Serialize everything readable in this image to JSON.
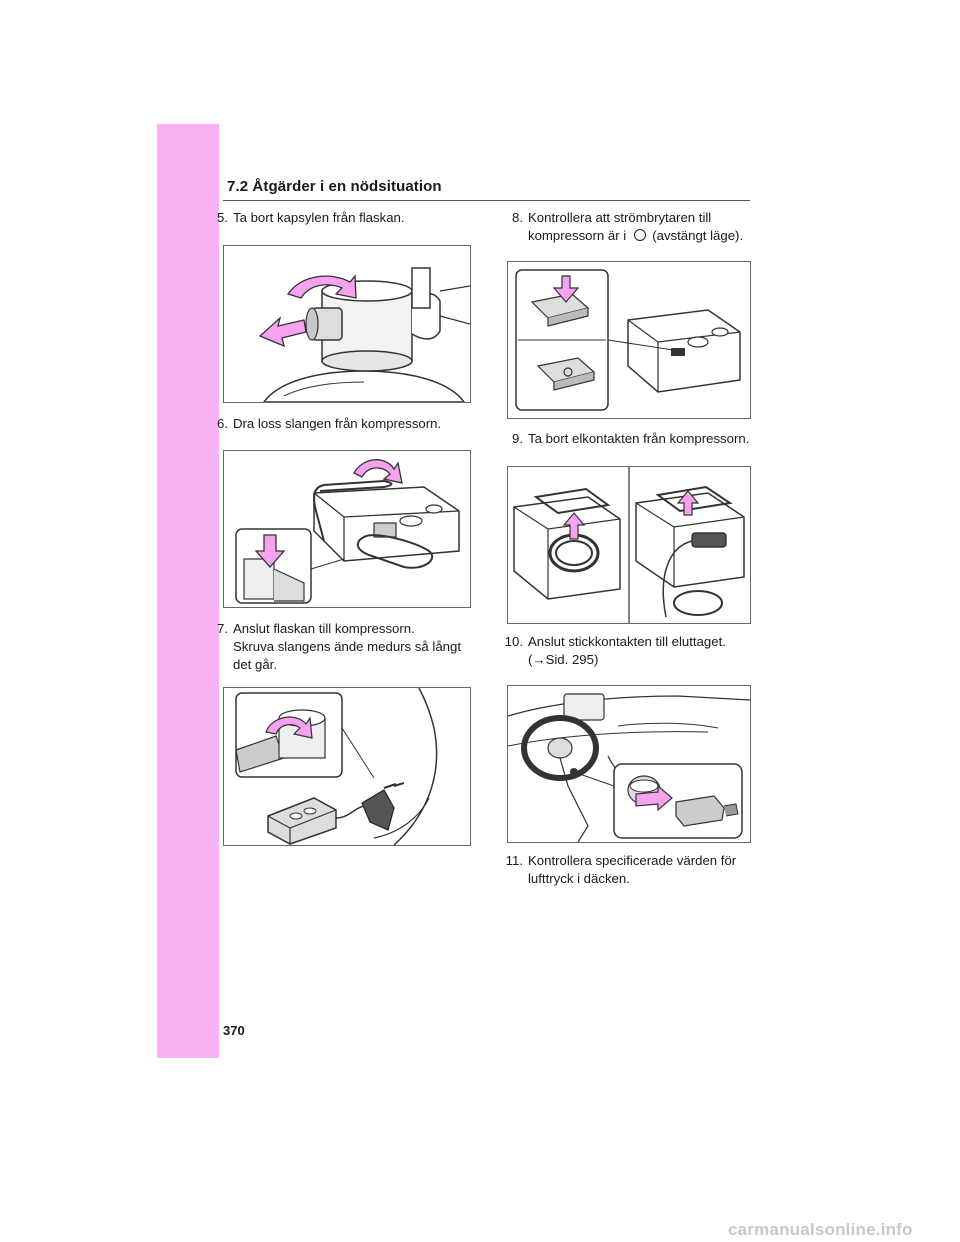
{
  "header": {
    "section": "7.2  Åtgärder i en nödsituation"
  },
  "steps": [
    {
      "num": "5.",
      "text": "Ta bort kapsylen från flaskan."
    },
    {
      "num": "6.",
      "text": "Dra loss slangen från kompressorn."
    },
    {
      "num": "7.",
      "text": "Anslut flaskan till kompressorn.",
      "sub": "Skruva slangens ände medurs så långt det går."
    },
    {
      "num": "8.",
      "text_a": "Kontrollera att strömbrytaren till kompressorn är i",
      "text_b": "(avstängt läge)."
    },
    {
      "num": "9.",
      "text": "Ta bort elkontakten från kompressorn."
    },
    {
      "num": "10.",
      "text": "Anslut stickkontakten till eluttaget.",
      "sub": "(→Sid. 295)"
    },
    {
      "num": "11.",
      "text": "Kontrollera specificerade värden för lufttryck i däcken."
    }
  ],
  "page_number": "370",
  "watermark": "carmanualsonline.info",
  "colors": {
    "sidebar": "#f9b3f5",
    "arrow": "#f5a3ee"
  }
}
